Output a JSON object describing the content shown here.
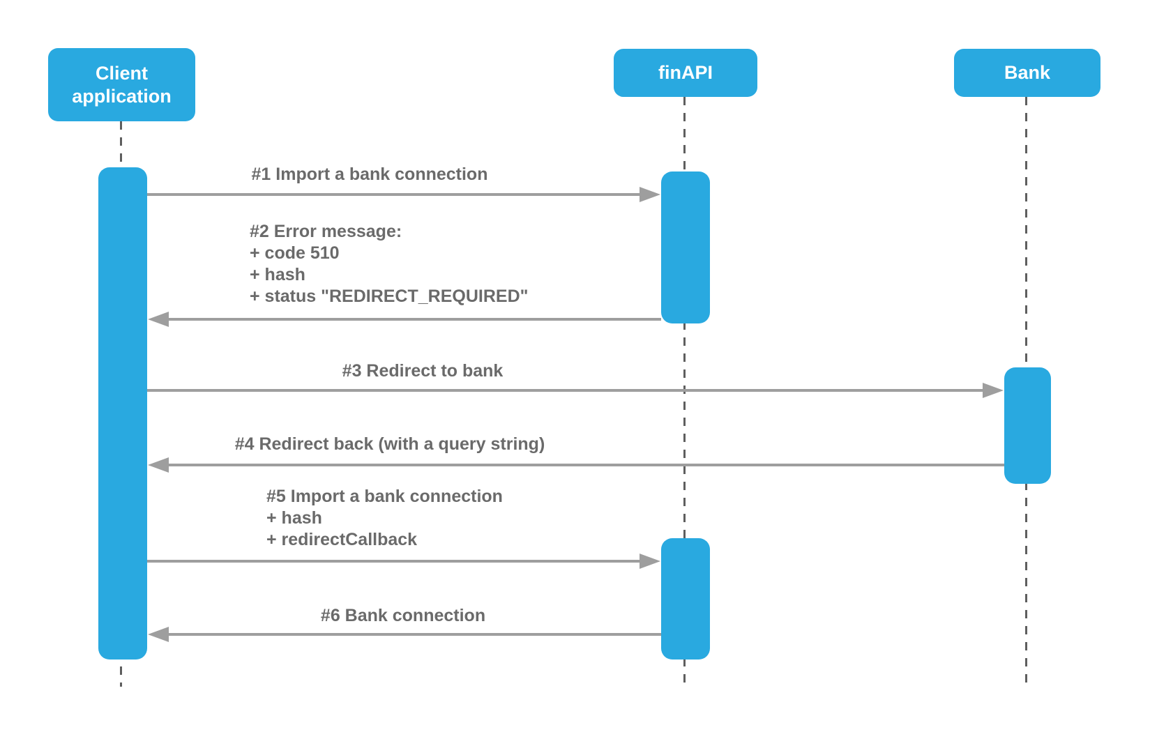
{
  "diagram": {
    "type": "uml-sequence-diagram",
    "colors": {
      "actor_fill": "#29A9E0",
      "actor_text": "#FFFFFF",
      "arrow": "#9E9E9E",
      "lifeline": "#5E5E5E",
      "label_text": "#6A6A6A",
      "background": "#FFFFFF"
    },
    "actors": [
      {
        "id": "client",
        "label": "Client\napplication"
      },
      {
        "id": "finapi",
        "label": "finAPI"
      },
      {
        "id": "bank",
        "label": "Bank"
      }
    ],
    "messages": [
      {
        "id": 1,
        "from": "client",
        "to": "finapi",
        "direction": "right",
        "label": "#1 Import a bank connection"
      },
      {
        "id": 2,
        "from": "finapi",
        "to": "client",
        "direction": "left",
        "label": "#2 Error message:\n+ code 510\n+ hash\n+ status \"REDIRECT_REQUIRED\""
      },
      {
        "id": 3,
        "from": "client",
        "to": "bank",
        "direction": "right",
        "label": "#3 Redirect to bank"
      },
      {
        "id": 4,
        "from": "bank",
        "to": "client",
        "direction": "left",
        "label": "#4 Redirect back (with a query string)"
      },
      {
        "id": 5,
        "from": "client",
        "to": "finapi",
        "direction": "right",
        "label": "#5 Import a bank connection\n+ hash\n+ redirectCallback"
      },
      {
        "id": 6,
        "from": "finapi",
        "to": "client",
        "direction": "left",
        "label": "#6 Bank connection"
      }
    ]
  }
}
